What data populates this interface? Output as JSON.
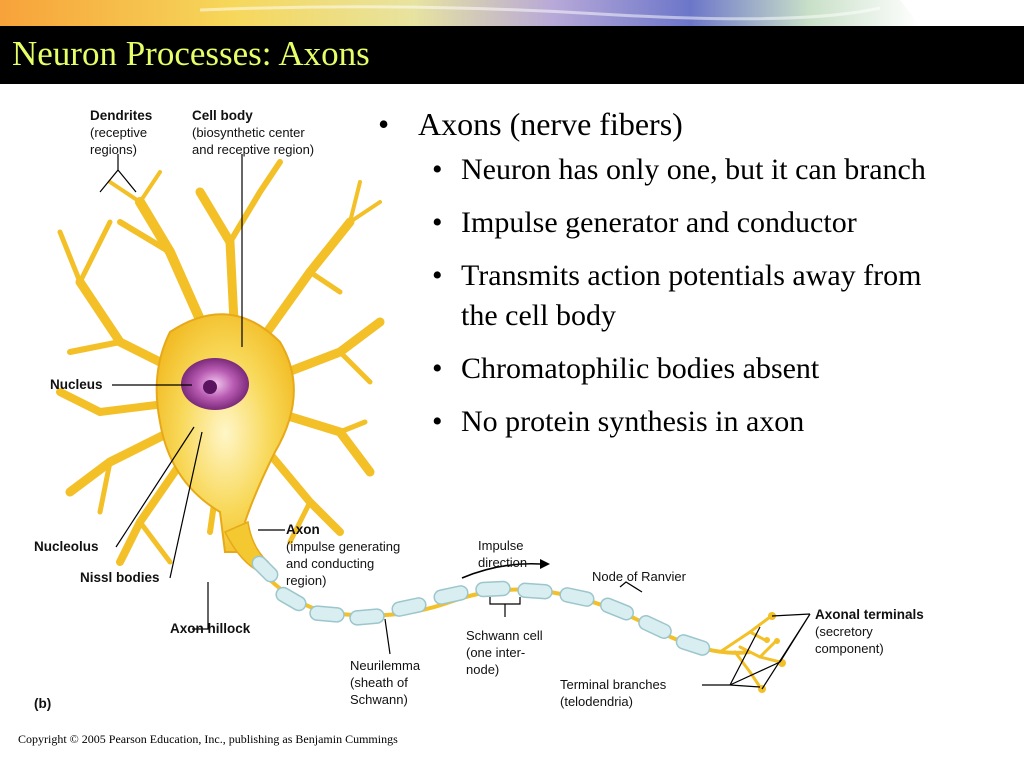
{
  "slide": {
    "title": "Neuron Processes: Axons",
    "copyright": "Copyright © 2005 Pearson Education, Inc., publishing as Benjamin Cummings"
  },
  "bullets": {
    "main": "Axons (nerve fibers)",
    "sub": [
      "Neuron has only one, but it can branch",
      "Impulse generator and conductor",
      "Transmits action potentials away from the cell body",
      "Chromatophilic bodies absent",
      "No protein synthesis in axon"
    ]
  },
  "figure": {
    "panel_label": "(b)",
    "dendrites": [
      "Dendrites",
      "(receptive",
      "regions)"
    ],
    "cell_body": [
      "Cell body",
      "(biosynthetic center",
      "and receptive region)"
    ],
    "nucleus": "Nucleus",
    "nucleolus": "Nucleolus",
    "nissl": "Nissl bodies",
    "axon_hillock": "Axon hillock",
    "axon": [
      "Axon",
      "(impulse generating",
      "and conducting",
      "region)"
    ],
    "impulse": [
      "Impulse",
      "direction"
    ],
    "node": "Node of Ranvier",
    "schwann": [
      "Schwann cell",
      "(one inter-",
      "node)"
    ],
    "neurilemma": [
      "Neurilemma",
      "(sheath of",
      "Schwann)"
    ],
    "terminal_branches": [
      "Terminal branches",
      "(telodendria)"
    ],
    "axonal_terminals": [
      "Axonal terminals",
      "(secretory",
      "component)"
    ]
  },
  "colors": {
    "title_text": "#e6ff66",
    "title_bar": "#000000",
    "neuron_fill": "#f5c830",
    "myelin": "#d8eef0",
    "nucleus": "#8a2b8a"
  }
}
